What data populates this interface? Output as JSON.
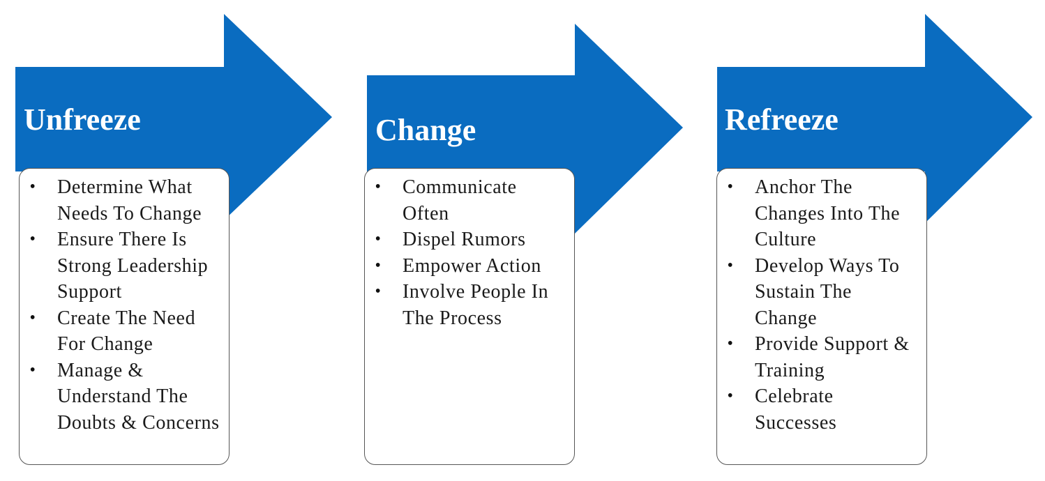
{
  "colors": {
    "arrow_fill": "#0a6cc0",
    "card_border": "#555555",
    "title_text": "#ffffff",
    "body_text": "#1a1a1a"
  },
  "stages": [
    {
      "title": "Unfreeze",
      "items": [
        "Determine What Needs To Change",
        "Ensure There Is Strong Leadership Support",
        "Create The Need For Change",
        "Manage & Understand The Doubts & Concerns"
      ]
    },
    {
      "title": "Change",
      "items": [
        "Communicate Often",
        "Dispel Rumors",
        "Empower Action",
        "Involve People In The Process"
      ]
    },
    {
      "title": "Refreeze",
      "items": [
        "Anchor The Changes Into The Culture",
        "Develop Ways To Sustain The Change",
        "Provide Support & Training",
        "Celebrate Successes"
      ]
    }
  ]
}
